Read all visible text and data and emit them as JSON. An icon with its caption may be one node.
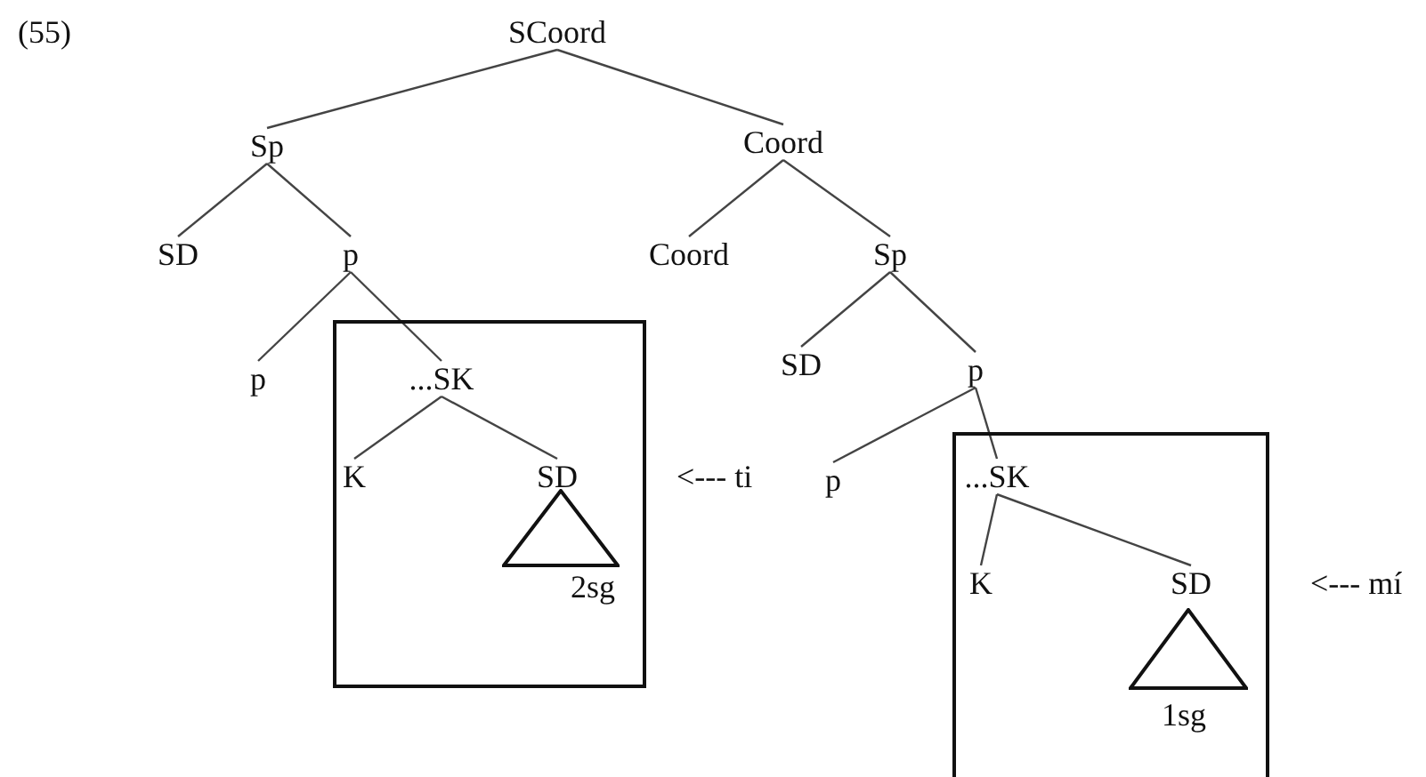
{
  "diagram": {
    "nodes": [
      {
        "text": [
          "SCoord"
        ]
      },
      {
        "text": [
          "Sp"
        ]
      },
      {
        "text": [
          "Coord"
        ]
      },
      {
        "text": [
          "SD"
        ]
      },
      {
        "text": [
          "p"
        ]
      },
      {
        "text": [
          "Coord"
        ]
      },
      {
        "text": [
          "Sp"
        ]
      },
      {
        "text": [
          "p"
        ]
      },
      {
        "text": [],
        "shape": "box"
      },
      {
        "text": [
          "...SK"
        ],
        "in": 8
      },
      {
        "text": [
          "K"
        ],
        "in": 8
      },
      {
        "text": [
          "SD"
        ],
        "in": 8
      },
      {
        "text": [],
        "shape": "triangle",
        "in": 8
      },
      {
        "text": [
          "2sg"
        ],
        "in": 8
      },
      {
        "text": [
          "SD"
        ]
      },
      {
        "text": [
          "p"
        ]
      },
      {
        "text": [
          "p"
        ]
      },
      {
        "text": [],
        "shape": "box"
      },
      {
        "text": [
          "...SK"
        ],
        "in": 17
      },
      {
        "text": [
          "K"
        ],
        "in": 17
      },
      {
        "text": [
          "SD"
        ],
        "in": 17
      },
      {
        "text": [],
        "shape": "triangle",
        "in": 17
      },
      {
        "text": [
          "1sg"
        ],
        "in": 17
      }
    ],
    "edges": [
      {
        "from": 0,
        "to": 1,
        "arrow": "none"
      },
      {
        "from": 0,
        "to": 2,
        "arrow": "none"
      },
      {
        "from": 1,
        "to": 3,
        "arrow": "none"
      },
      {
        "from": 1,
        "to": 4,
        "arrow": "none"
      },
      {
        "from": 2,
        "to": 5,
        "arrow": "none"
      },
      {
        "from": 2,
        "to": 6,
        "arrow": "none"
      },
      {
        "from": 4,
        "to": 7,
        "arrow": "none"
      },
      {
        "from": 4,
        "to": 9,
        "arrow": "none"
      },
      {
        "from": 9,
        "to": 10,
        "arrow": "none"
      },
      {
        "from": 9,
        "to": 11,
        "arrow": "none"
      },
      {
        "from": 6,
        "to": 14,
        "arrow": "none"
      },
      {
        "from": 6,
        "to": 15,
        "arrow": "none"
      },
      {
        "from": 15,
        "to": 16,
        "arrow": "none"
      },
      {
        "from": 15,
        "to": 18,
        "arrow": "none"
      },
      {
        "from": 18,
        "to": 19,
        "arrow": "none"
      },
      {
        "from": 18,
        "to": 20,
        "arrow": "none"
      }
    ],
    "labels": [
      "(55)",
      "<--- ti",
      "<--- mí"
    ]
  }
}
